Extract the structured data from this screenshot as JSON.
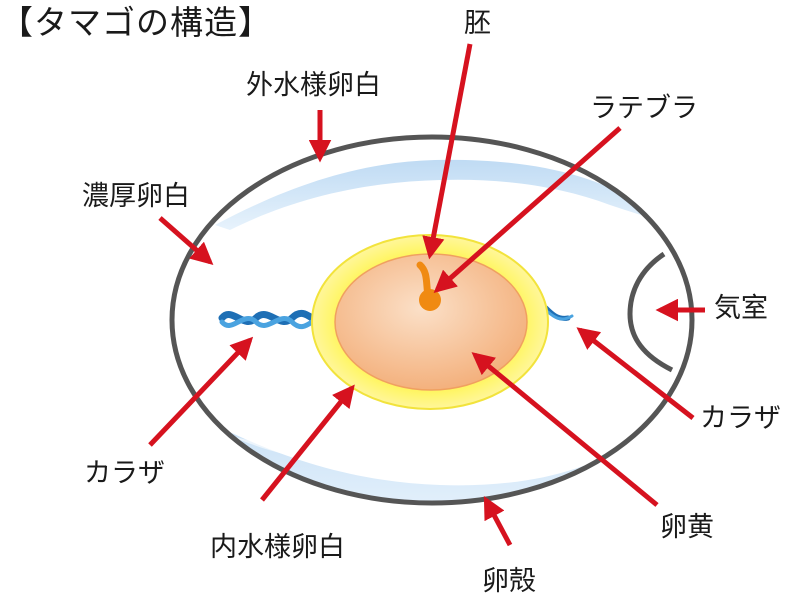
{
  "title": "【タマゴの構造】",
  "labels": {
    "embryo": "胚",
    "latebra": "ラテブラ",
    "outer_thin_white": "外水様卵白",
    "thick_white": "濃厚卵白",
    "air_cell": "気室",
    "chalaza_right": "カラザ",
    "chalaza_left": "カラザ",
    "inner_thin_white": "内水様卵白",
    "yolk": "卵黄",
    "shell": "卵殻"
  },
  "colors": {
    "arrow": "#d6121f",
    "shell_outline": "#555555",
    "thin_white": "#cde4f7",
    "yolk_outer": "#fff24a",
    "yolk_inner": "#f7b98a",
    "germ": "#f08a12",
    "chalaza": "#1e6fb5"
  }
}
